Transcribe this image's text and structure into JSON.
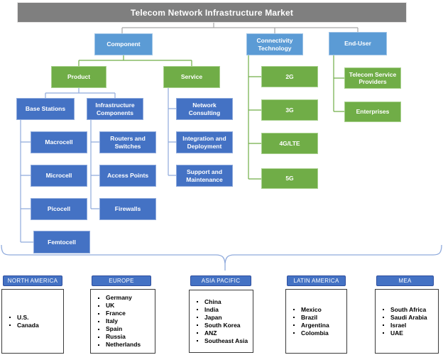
{
  "title": "Telecom Network Infrastructure Market",
  "palette": {
    "title_gray": "#7f7f7f",
    "level1_blue": "#5b9bd5",
    "green": "#70ad47",
    "dark_blue": "#4472c4",
    "region_header_blue": "#4472c4",
    "connector_gray": "#a6a6a6",
    "connector_blue": "#8faadc",
    "connector_green": "#70ad47"
  },
  "nodes": {
    "component": "Component",
    "connectivity_technology": "Connectivity Technology",
    "end_user": "End-User",
    "product": "Product",
    "service": "Service",
    "base_stations": "Base Stations",
    "infrastructure_components": "Infrastructure Components",
    "macrocell": "Macrocell",
    "microcell": "Microcell",
    "picocell": "Picocell",
    "femtocell": "Femtocell",
    "routers_and_switches": "Routers and Switches",
    "access_points": "Access Points",
    "firewalls": "Firewalls",
    "network_consulting": "Network Consulting",
    "integration_and_deployment": "Integration and Deployment",
    "support_and_maintenance": "Support and Maintenance",
    "tech_2g": "2G",
    "tech_3g": "3G",
    "tech_4g_lte": "4G/LTE",
    "tech_5g": "5G",
    "telecom_service_providers": "Telecom Service Providers",
    "enterprises": "Enterprises"
  },
  "regions": [
    {
      "name": "NORTH AMERICA",
      "countries": [
        "U.S.",
        "Canada"
      ]
    },
    {
      "name": "EUROPE",
      "countries": [
        "Germany",
        "UK",
        "France",
        "Italy",
        "Spain",
        "Russia",
        "Netherlands"
      ]
    },
    {
      "name": "ASIA PACIFIC",
      "countries": [
        "China",
        "India",
        "Japan",
        "South Korea",
        "ANZ",
        "Southeast Asia"
      ]
    },
    {
      "name": "LATIN AMERICA",
      "countries": [
        "Mexico",
        "Brazil",
        "Argentina",
        "Colombia"
      ]
    },
    {
      "name": "MEA",
      "countries": [
        "South Africa",
        "Saudi Arabia",
        "Israel",
        "UAE"
      ]
    }
  ]
}
